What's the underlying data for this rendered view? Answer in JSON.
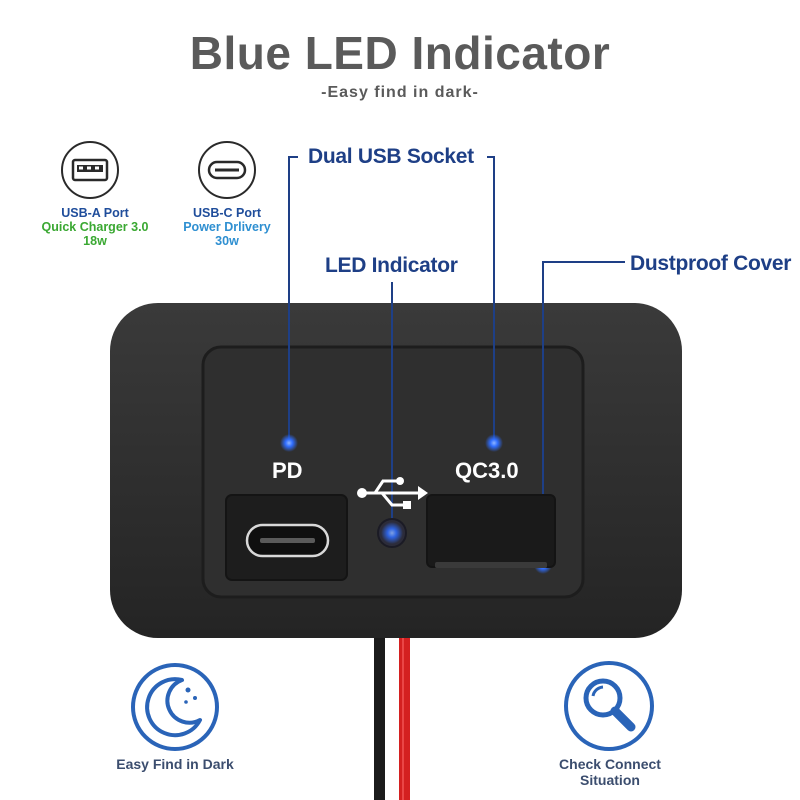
{
  "header": {
    "title": "Blue LED Indicator",
    "subtitle": "-Easy find in dark-"
  },
  "ports": [
    {
      "icon": "usb-a-port-icon",
      "name": "USB-A Port",
      "spec": "Quick Charger 3.0",
      "power": "18w"
    },
    {
      "icon": "usb-c-port-icon",
      "name": "USB-C Port",
      "spec": "Power Drlivery",
      "power": "30w"
    }
  ],
  "callouts": {
    "dual_usb": "Dual USB Socket",
    "led": "LED Indicator",
    "dustproof": "Dustproof Cover"
  },
  "device": {
    "left_label": "PD",
    "right_label": "QC3.0",
    "led_color": "#2f6dff",
    "body_color": "#2e2e2e",
    "wire_colors": [
      "#1b1b1b",
      "#d42020"
    ]
  },
  "features": [
    {
      "icon": "moon-icon",
      "label": "Easy Find in Dark"
    },
    {
      "icon": "magnifier-icon",
      "label": "Check Connect Situation"
    }
  ],
  "colors": {
    "title": "#5a5a5a",
    "callout": "#1e3f86",
    "accent_green": "#3aa832",
    "accent_light_blue": "#2e8fd1"
  }
}
